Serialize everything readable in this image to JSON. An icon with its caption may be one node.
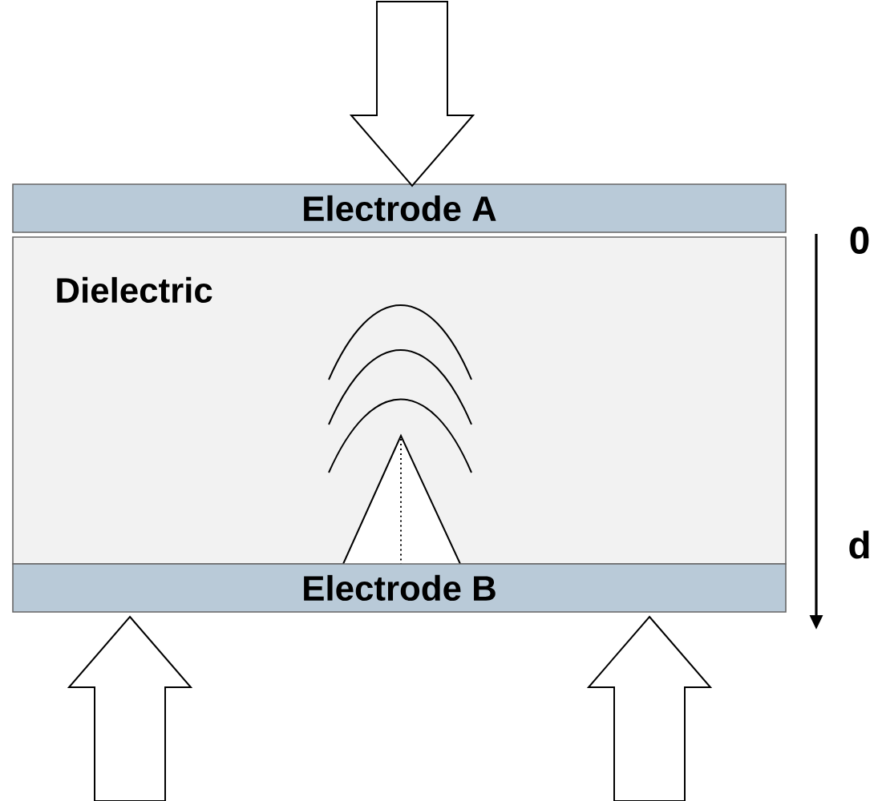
{
  "diagram": {
    "nodes": [
      {
        "text": [
          "Electrode A"
        ]
      },
      {
        "text": [
          "Dielectric"
        ]
      },
      {
        "text": [
          "Electrode B"
        ]
      }
    ],
    "labels": [
      "0",
      "d"
    ]
  }
}
